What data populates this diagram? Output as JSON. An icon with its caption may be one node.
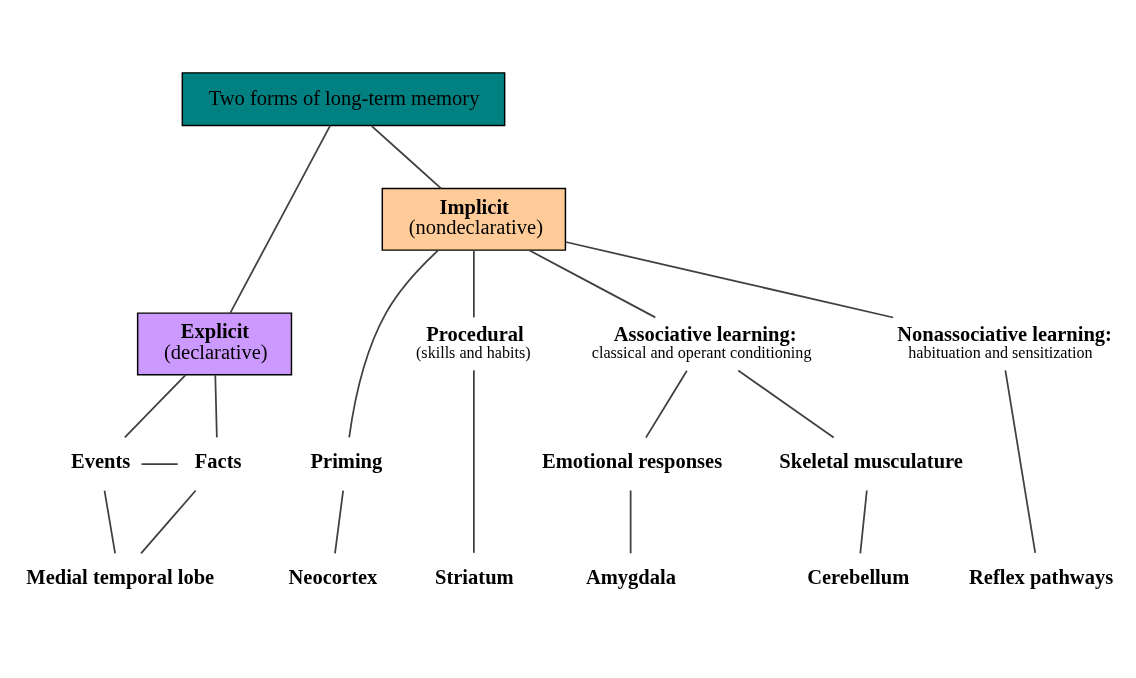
{
  "diagram": {
    "nodes": [
      {
        "text": [
          "Two forms of long-term memory"
        ]
      },
      {
        "text": [
          "Explicit",
          "(declarative)"
        ]
      },
      {
        "text": [
          "Implicit",
          "(nondeclarative)"
        ]
      },
      {
        "text": [
          "Events"
        ]
      },
      {
        "text": [
          "Facts"
        ]
      },
      {
        "text": [
          "Priming"
        ]
      },
      {
        "text": [
          "Procedural",
          "(skills and habits)"
        ]
      },
      {
        "text": [
          "Associative learning:",
          "classical and operant conditioning"
        ]
      },
      {
        "text": [
          "Nonassociative learning:",
          "habituation and sensitization"
        ]
      },
      {
        "text": [
          "Emotional responses"
        ]
      },
      {
        "text": [
          "Skeletal musculature"
        ]
      },
      {
        "text": [
          "Medial temporal lobe"
        ]
      },
      {
        "text": [
          "Neocortex"
        ]
      },
      {
        "text": [
          "Striatum"
        ]
      },
      {
        "text": [
          "Amygdala"
        ]
      },
      {
        "text": [
          "Cerebellum"
        ]
      },
      {
        "text": [
          "Reflex pathways"
        ]
      }
    ],
    "edges": [
      {
        "from": 0,
        "to": 1,
        "arrow": "none"
      },
      {
        "from": 0,
        "to": 2,
        "arrow": "none"
      },
      {
        "from": 1,
        "to": 3,
        "arrow": "none"
      },
      {
        "from": 1,
        "to": 4,
        "arrow": "none"
      },
      {
        "from": 3,
        "to": 4,
        "arrow": "none"
      },
      {
        "from": 3,
        "to": 11,
        "arrow": "none"
      },
      {
        "from": 4,
        "to": 11,
        "arrow": "none"
      },
      {
        "from": 2,
        "to": 5,
        "arrow": "none"
      },
      {
        "from": 2,
        "to": 6,
        "arrow": "none"
      },
      {
        "from": 2,
        "to": 7,
        "arrow": "none"
      },
      {
        "from": 2,
        "to": 8,
        "arrow": "none"
      },
      {
        "from": 5,
        "to": 12,
        "arrow": "none"
      },
      {
        "from": 6,
        "to": 13,
        "arrow": "none"
      },
      {
        "from": 7,
        "to": 9,
        "arrow": "none"
      },
      {
        "from": 7,
        "to": 10,
        "arrow": "none"
      },
      {
        "from": 9,
        "to": 14,
        "arrow": "none"
      },
      {
        "from": 10,
        "to": 15,
        "arrow": "none"
      },
      {
        "from": 8,
        "to": 16,
        "arrow": "none"
      }
    ]
  }
}
